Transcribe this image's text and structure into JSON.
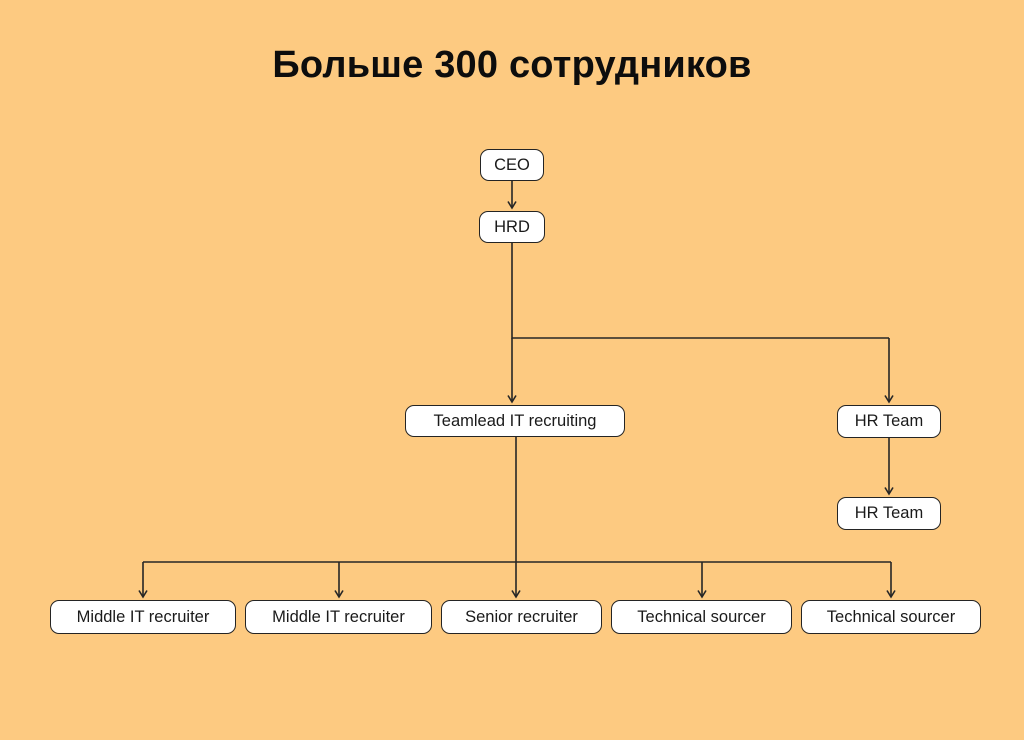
{
  "title": "Больше 300 сотрудников",
  "colors": {
    "background": "#FDCA81",
    "node_fill": "#FFFFFF",
    "node_border": "#242424",
    "line": "#262626",
    "title_text": "#0D0D0D"
  },
  "nodes": {
    "ceo": {
      "label": "CEO"
    },
    "hrd": {
      "label": "HRD"
    },
    "teamlead": {
      "label": "Teamlead IT recruiting"
    },
    "hr_team_1": {
      "label": "HR Team"
    },
    "hr_team_2": {
      "label": "HR Team"
    },
    "middle_it_recruiter_1": {
      "label": "Middle IT recruiter"
    },
    "middle_it_recruiter_2": {
      "label": "Middle IT recruiter"
    },
    "senior_recruiter": {
      "label": "Senior recruiter"
    },
    "technical_sourcer_1": {
      "label": "Technical sourcer"
    },
    "technical_sourcer_2": {
      "label": "Technical sourcer"
    }
  },
  "hierarchy": {
    "root": "CEO",
    "edges": [
      [
        "CEO",
        "HRD"
      ],
      [
        "HRD",
        "Teamlead IT recruiting"
      ],
      [
        "HRD",
        "HR Team"
      ],
      [
        "HR Team",
        "HR Team"
      ],
      [
        "Teamlead IT recruiting",
        "Middle IT recruiter"
      ],
      [
        "Teamlead IT recruiting",
        "Middle IT recruiter"
      ],
      [
        "Teamlead IT recruiting",
        "Senior recruiter"
      ],
      [
        "Teamlead IT recruiting",
        "Technical sourcer"
      ],
      [
        "Teamlead IT recruiting",
        "Technical sourcer"
      ]
    ]
  }
}
